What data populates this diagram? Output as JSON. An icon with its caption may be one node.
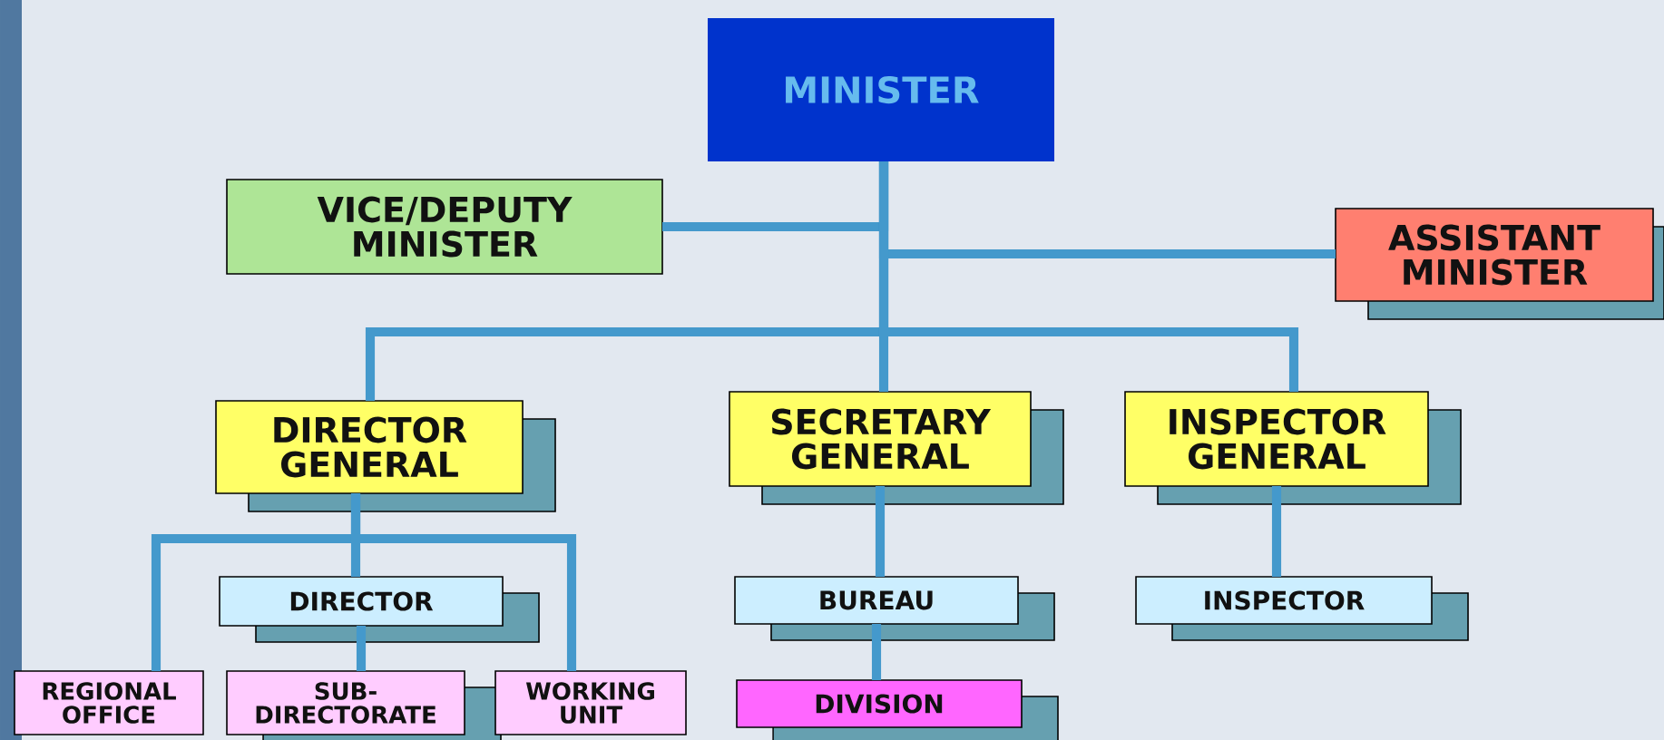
{
  "diagram": {
    "nodes": [
      {
        "text": [
          "MINISTER"
        ]
      },
      {
        "text": [
          "VICE/DEPUTY MINISTER"
        ]
      },
      {
        "text": [
          "ASSISTANT MINISTER"
        ]
      },
      {
        "text": [
          "DIRECTOR GENERAL"
        ]
      },
      {
        "text": [
          "SECRETARY GENERAL"
        ]
      },
      {
        "text": [
          "INSPECTOR GENERAL"
        ]
      },
      {
        "text": [
          "DIRECTOR"
        ]
      },
      {
        "text": [
          "BUREAU"
        ]
      },
      {
        "text": [
          "INSPECTOR"
        ]
      },
      {
        "text": [
          "REGIONAL OFFICE"
        ]
      },
      {
        "text": [
          "SUB-DIRECTORATE"
        ]
      },
      {
        "text": [
          "WORKING UNIT"
        ]
      },
      {
        "text": [
          "DIVISION"
        ]
      }
    ],
    "edges": [
      {
        "from": 0,
        "to": 1,
        "arrow": "none"
      },
      {
        "from": 0,
        "to": 2,
        "arrow": "none"
      },
      {
        "from": 0,
        "to": 3,
        "arrow": "none"
      },
      {
        "from": 0,
        "to": 4,
        "arrow": "none"
      },
      {
        "from": 0,
        "to": 5,
        "arrow": "none"
      },
      {
        "from": 3,
        "to": 6,
        "arrow": "none"
      },
      {
        "from": 3,
        "to": 9,
        "arrow": "none"
      },
      {
        "from": 3,
        "to": 11,
        "arrow": "none"
      },
      {
        "from": 6,
        "to": 10,
        "arrow": "none"
      },
      {
        "from": 4,
        "to": 7,
        "arrow": "none"
      },
      {
        "from": 7,
        "to": 12,
        "arrow": "none"
      },
      {
        "from": 5,
        "to": 8,
        "arrow": "none"
      }
    ]
  }
}
